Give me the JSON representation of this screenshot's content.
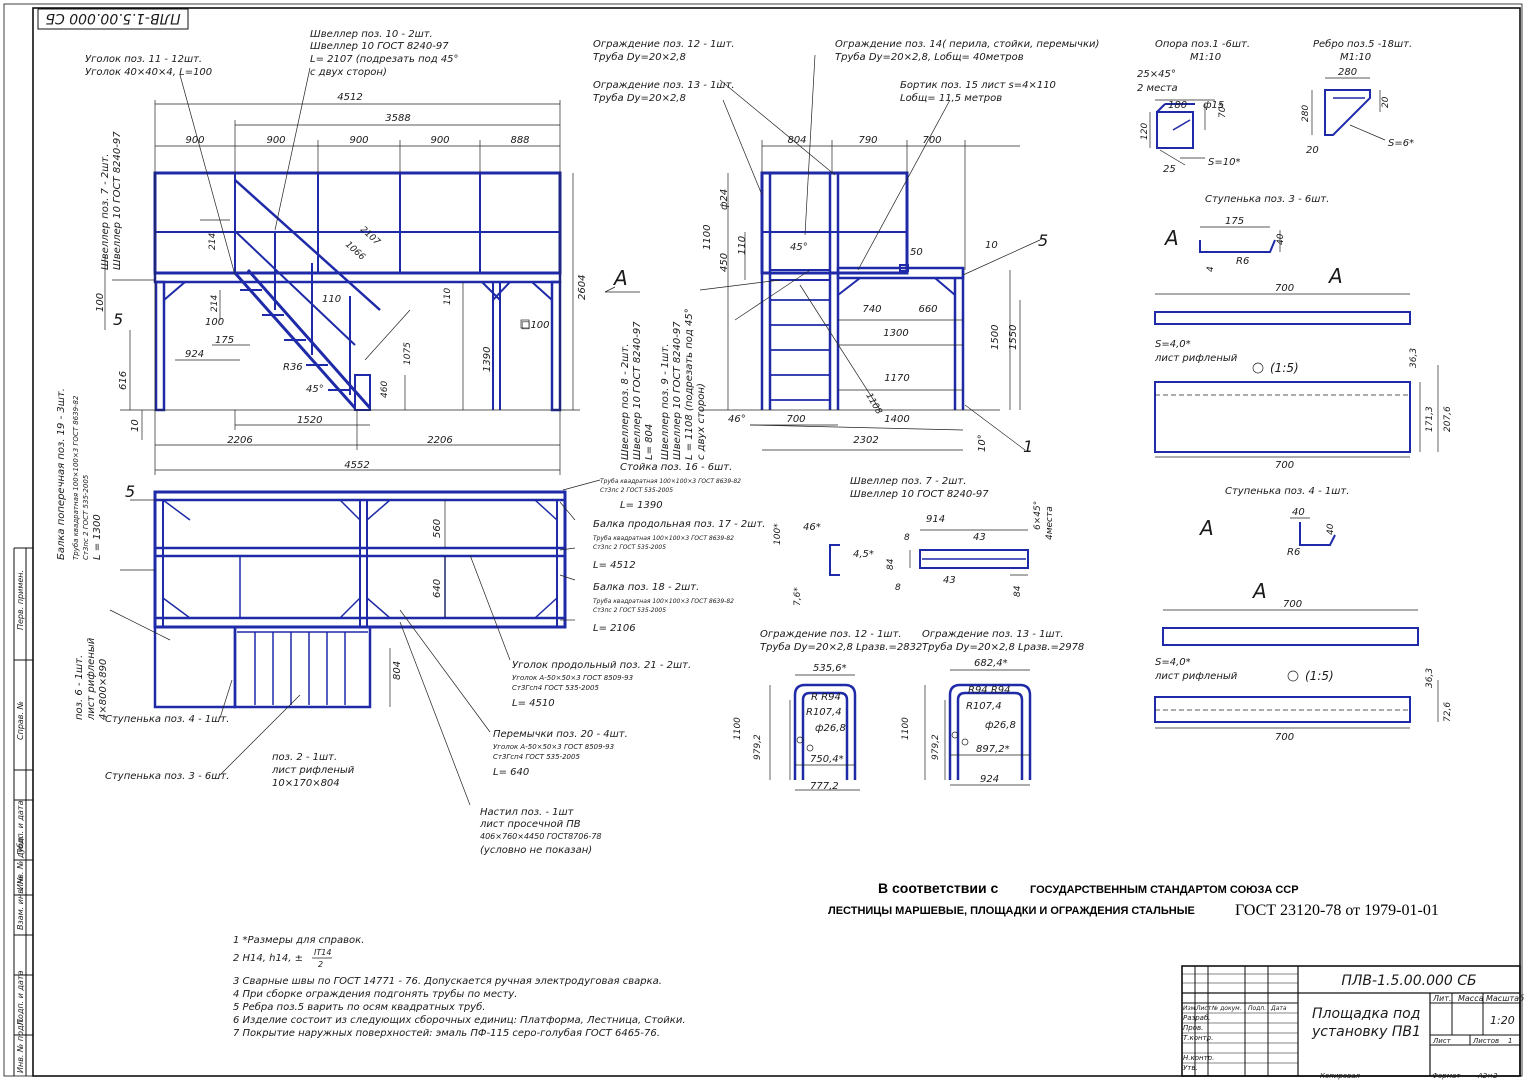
{
  "colors": {
    "steel": "#1e2aa8",
    "line": "#222222",
    "paper": "#ffffff"
  },
  "stamp_code": "ПЛВ-1.5.00.000 СБ",
  "stamp_code_rotated": "ПЛВ-1.5.00.000 СБ",
  "left_strip": {
    "perv_primen": "Перв. примен.",
    "sprav": "Справ. №",
    "podp_data_1": "Подп. и дата",
    "inv_dubl": "Инв. № дубл.",
    "vzam_inv": "Взам. инв. №",
    "podp_data_2": "Подп. и дата",
    "inv_podl": "Инв. № подл."
  },
  "front_view": {
    "callout_ugolok": "Уголок поз. 11 - 12шт.",
    "callout_ugolok_2": "Уголок 40×40×4, L=100",
    "callout_shveller10": "Швеллер поз. 10 - 2шт.",
    "callout_shveller10_2": "Швеллер 10 ГОСТ 8240-97",
    "callout_shveller10_3": "L= 2107 (подрезать под 45°",
    "callout_shveller10_4": "с двух сторон)",
    "callout_shveller7": "Швеллер поз. 7 - 2шт.",
    "callout_shveller7_2": "Швеллер 10 ГОСТ 8240-97",
    "dims": {
      "d4512": "4512",
      "d3588": "3588",
      "d900a": "900",
      "d900b": "900",
      "d900c": "900",
      "d900d": "900",
      "d888": "888",
      "d214": "214",
      "d214b": "214",
      "d100": "100",
      "d100b": "100",
      "d175": "175",
      "d924": "924",
      "d616": "616",
      "d10": "10",
      "d1520": "1520",
      "d2206a": "2206",
      "d2206b": "2206",
      "d4552": "4552",
      "d2107": "2107",
      "d1066": "1066",
      "d110a": "110",
      "d110b": "110",
      "d1075": "1075",
      "d460": "460",
      "d1390": "1390",
      "d2604": "2604",
      "r36": "R36",
      "a45": "45°",
      "sq100": "□100",
      "pos5": "5"
    },
    "arrow_a": "A"
  },
  "side_view": {
    "ograzh12": "Ограждение поз. 12 - 1шт.",
    "ograzh12_2": "Труба Dy=20×2,8",
    "ograzh13": "Ограждение поз. 13 - 1шт.",
    "ograzh13_2": "Труба Dy=20×2,8",
    "ograzh14": "Ограждение поз. 14( перила, стойки, перемычки)",
    "ograzh14_2": "Труба Dy=20×2,8, Lобщ= 40метров",
    "bortik": "Бортик поз. 15 лист s=4×110",
    "bortik_2": "Lобщ= 11,5 метров",
    "shv8": "Швеллер поз. 8 - 2шт.",
    "shv8_2": "Швеллер 10 ГОСТ 8240-97",
    "shv8_3": "L= 804",
    "shv9": "Швеллер поз. 9 - 1шт.",
    "shv9_2": "Швеллер 10 ГОСТ 8240-97",
    "shv9_3": "L = 1108 (подрезать под 45°",
    "shv9_4": "с двух сторон)",
    "dims": {
      "d804": "804",
      "d790": "790",
      "d700a": "700",
      "d24": "ф24",
      "d1100": "1100",
      "d450": "450",
      "d110": "110",
      "d50": "50",
      "d10": "10",
      "d740": "740",
      "d660": "660",
      "d1300": "1300",
      "d1500": "1500",
      "d1550": "1550",
      "d1170": "1170",
      "d1108": "1108",
      "d1400": "1400",
      "d46": "46°",
      "d700b": "700",
      "d2302": "2302",
      "d10s": "10°",
      "a45": "45°",
      "pos5": "5",
      "pos1": "1"
    }
  },
  "plan_view": {
    "pos5": "5",
    "balka19": "Балка поперечная поз. 19 - 3шт.",
    "balka19_2": "Труба квадратная 100×100×3 ГОСТ 8639-82",
    "balka19_3": "Ст3пс 2 ГОСТ 535-2005",
    "balka19_4": "L = 1300",
    "pos6": "поз. 6 - 1шт.",
    "pos6_2": "лист рифленый",
    "pos6_3": "4×800×890",
    "stoika16": "Стойка поз. 16 - 6шт.",
    "stoika16_2": "Труба квадратная 100×100×3 ГОСТ 8639-82",
    "stoika16_3": "Ст3пс 2 ГОСТ 535-2005",
    "stoika16_4": "L= 1390",
    "balka17": "Балка продольная поз. 17 - 2шт.",
    "balka17_2": "Труба квадратная 100×100×3 ГОСТ 8639-82",
    "balka17_3": "Ст3пс 2 ГОСТ 535-2005",
    "balka17_4": "L= 4512",
    "balka18": "Балка поз. 18 - 2шт.",
    "balka18_2": "Труба квадратная 100×100×3 ГОСТ 8639-82",
    "balka18_3": "Ст3пс 2 ГОСТ 535-2005",
    "balka18_4": "L= 2106",
    "ugolok21": "Уголок продольный поз. 21 - 2шт.",
    "ugolok21_2": "Уголок A-50×50×3 ГОСТ 8509-93",
    "ugolok21_3": "Ст3Гсп4 ГОСТ 535-2005",
    "ugolok21_4": "L= 4510",
    "perem20": "Перемычки поз. 20 - 4шт.",
    "perem20_2": "Уголок A-50×50×3 ГОСТ 8509-93",
    "perem20_3": "Ст3Гсп4 ГОСТ 535-2005",
    "perem20_4": "L= 640",
    "nastil": "Настил поз. - 1шт",
    "nastil_2": "лист просечной ПВ",
    "nastil_3": "406×760×4450 ГОСТ8706-78",
    "nastil_4": "(условно не показан)",
    "stup4": "Ступенька поз. 4 - 1шт.",
    "stup3": "Ступенька поз. 3 - 6шт.",
    "pos2": "поз. 2 - 1шт.",
    "pos2_2": "лист рифленый",
    "pos2_3": "10×170×804",
    "dims": {
      "d560": "560",
      "d640": "640",
      "d804": "804"
    }
  },
  "details": {
    "opora": "Опора поз.1 -6шт.",
    "opora_scale": "М1:10",
    "opora_dims": {
      "c25": "25×45°",
      "mesta": "2 места",
      "d180": "180",
      "d15": "ф15",
      "d70": "70*",
      "d120": "120",
      "d25": "25",
      "s10": "S=10*"
    },
    "rebro": "Ребро поз.5 -18шт.",
    "rebro_scale": "М1:10",
    "rebro_dims": {
      "d280a": "280",
      "d280b": "280",
      "d20a": "20",
      "d20b": "20",
      "s6": "S=6*"
    },
    "stup3_title": "Ступенька поз. 3 - 6шт.",
    "stup3_dims": {
      "d175": "175",
      "d40": "40",
      "d4": "4",
      "r6": "R6",
      "d700a": "700",
      "d700b": "700",
      "s4": "S=4,0*",
      "list": "лист рифленый",
      "scale": "(1:5)",
      "d363": "36,3",
      "d1713": "171,3",
      "d2076": "207,6",
      "a": "A"
    },
    "stup4_title": "Ступенька поз. 4 - 1шт.",
    "stup4_dims": {
      "d40a": "40",
      "d40b": "40",
      "r6": "R6",
      "d700a": "700",
      "d700b": "700",
      "s4": "S=4,0*",
      "list": "лист рифленый",
      "scale": "(1:5)",
      "d363": "36,3",
      "d726": "72,6",
      "a": "A"
    },
    "shv7_title": "Швеллер поз. 7 - 2шт.",
    "shv7_title_2": "Швеллер 10 ГОСТ 8240-97",
    "shv7_dims": {
      "d914": "914",
      "d43a": "43",
      "d43b": "43",
      "d8a": "8",
      "d8b": "8",
      "d84a": "84",
      "d84b": "84",
      "d100": "100*",
      "d46": "46*",
      "d45": "4,5*",
      "d76": "7,6*",
      "d645": "6×45°",
      "mesta": "4места"
    },
    "og12_title": "Ограждение поз. 12 - 1шт.",
    "og12_title_2": "Труба Dy=20×2,8  Lразв.=2832",
    "og12_dims": {
      "d5356": "535,6*",
      "rr94": "R R94",
      "r1074": "R107,4",
      "d268": "ф26,8",
      "d7504": "750,4*",
      "d7772": "777,2",
      "d1100": "1100",
      "d9792": "979,2"
    },
    "og13_title": "Ограждение поз. 13 - 1шт.",
    "og13_title_2": "Труба Dy=20×2,8  Lразв.=2978",
    "og13_dims": {
      "d6824": "682,4*",
      "rr94": "R94 R94",
      "r1074": "R107,4",
      "d268": "ф26,8",
      "d8972": "897,2*",
      "d924": "924",
      "d1100": "1100",
      "d9792": "979,2"
    }
  },
  "standard_note": {
    "line1_bold": "В соответствии с",
    "line1_rest": "ГОСУДАРСТВЕННЫМ СТАНДАРТОМ СОЮЗА ССР",
    "line2": "ЛЕСТНИЦЫ МАРШЕВЫЕ, ПЛОЩАДКИ И ОГРАЖДЕНИЯ СТАЛЬНЫЕ",
    "line2_gost": "ГОСТ 23120-78 от  1979-01-01"
  },
  "notes": [
    "1  *Размеры для справок.",
    "2  H14, h14, ±",
    "3  Сварные швы по ГОСТ 14771 - 76. Допускается  ручная электродуговая сварка.",
    "4  При сборке ограждения подгонять трубы по месту.",
    "5  Ребра поз.5 варить по осям квадратных труб.",
    "6  Изделие состоит из следующих сборочных единиц: Платформа, Лестница, Стойки.",
    "7  Покрытие наружных поверхностей: эмаль ПФ-115 серо-голубая ГОСТ 6465-76."
  ],
  "note2_frac_top": "IT14",
  "note2_frac_bot": "2",
  "title_block": {
    "code": "ПЛВ-1.5.00.000 СБ",
    "name_1": "Площадка под",
    "name_2": "установку ПВ1",
    "h_izm": "Изм.",
    "h_list": "Лист",
    "h_ndok": "№ докум.",
    "h_podp": "Подп.",
    "h_data": "Дата",
    "r_razrab": "Разраб.",
    "r_prov": "Пров.",
    "r_tkontr": "Т.контр.",
    "r_nkontr": "Н.контр.",
    "r_utv": "Утв.",
    "lit": "Лит.",
    "massa": "Масса",
    "masshtab": "Масштаб",
    "scale_val": "1:20",
    "list_lbl": "Лист",
    "listov": "Листов",
    "listov_val": "1",
    "kopiroval": "Копировал",
    "format": "Формат",
    "format_val": "A2×2"
  }
}
